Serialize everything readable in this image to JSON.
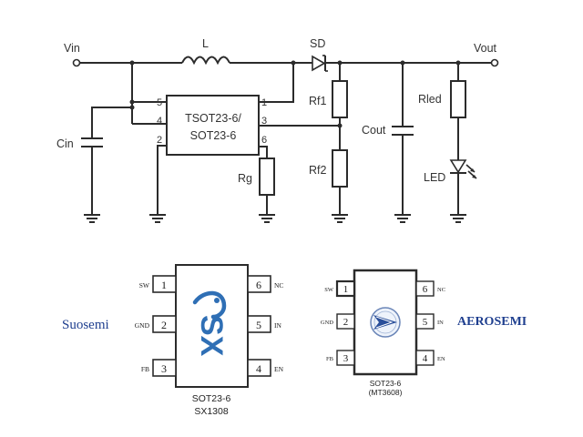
{
  "schematic": {
    "labels": {
      "vin": "Vin",
      "vout": "Vout",
      "inductor": "L",
      "diode": "SD",
      "cin": "Cin",
      "cout": "Cout",
      "rf1": "Rf1",
      "rf2": "Rf2",
      "rled": "Rled",
      "led": "LED",
      "rg": "Rg"
    },
    "ic": {
      "name_line1": "TSOT23-6/",
      "name_line2": "SOT23-6",
      "pins": {
        "p1": "1",
        "p2": "2",
        "p3": "3",
        "p4": "4",
        "p5": "5",
        "p6": "6"
      }
    }
  },
  "chip_left": {
    "brand": "Suosemi",
    "package": "SOT23-6",
    "part": "SX1308",
    "logo_text": "SX",
    "pins": [
      {
        "num": "1",
        "name": "SW"
      },
      {
        "num": "2",
        "name": "GND"
      },
      {
        "num": "3",
        "name": "FB"
      },
      {
        "num": "4",
        "name": "EN"
      },
      {
        "num": "5",
        "name": "IN"
      },
      {
        "num": "6",
        "name": "NC"
      }
    ]
  },
  "chip_right": {
    "brand": "AEROSEMI",
    "package": "SOT23-6",
    "part": "(MT3608)",
    "pins": [
      {
        "num": "1",
        "name": "SW"
      },
      {
        "num": "2",
        "name": "GND"
      },
      {
        "num": "3",
        "name": "FB"
      },
      {
        "num": "4",
        "name": "EN"
      },
      {
        "num": "5",
        "name": "IN"
      },
      {
        "num": "6",
        "name": "NC"
      }
    ]
  },
  "colors": {
    "brand_blue": "#1f3f8f",
    "logo_blue": "#2f6fb5",
    "wire": "#2b2b2b"
  }
}
